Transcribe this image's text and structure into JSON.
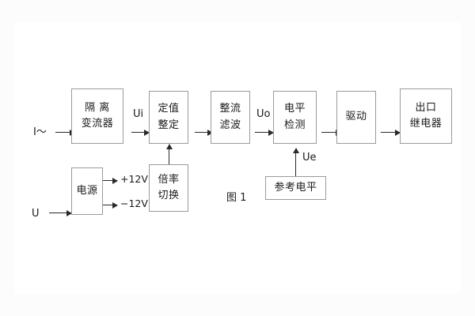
{
  "figure": {
    "caption": "图 1",
    "background": "#ffffff",
    "line_color": "#9a9a9a",
    "arrow_color": "#2a2a2a",
    "text_color": "#1a1a1a"
  },
  "inputs": [
    {
      "id": "current-input",
      "label": "I～"
    },
    {
      "id": "voltage-input",
      "label": "U"
    }
  ],
  "signals": [
    {
      "id": "ui",
      "label": "Ui"
    },
    {
      "id": "uo",
      "label": "Uo"
    },
    {
      "id": "ue",
      "label": "Ue"
    }
  ],
  "rails": [
    {
      "id": "positive-rail",
      "label": "+12V"
    },
    {
      "id": "negative-rail",
      "label": "−12V"
    }
  ],
  "blocks": {
    "isolation_ct": {
      "line1": "隔 离",
      "line2": "变流器"
    },
    "setting": {
      "line1": "定值",
      "line2": "整定"
    },
    "rectify_filter": {
      "line1": "整流",
      "line2": "滤波"
    },
    "level_detect": {
      "line1": "电平",
      "line2": "检测"
    },
    "drive": {
      "line1": "驱动",
      "line2": ""
    },
    "output_relay": {
      "line1": "出口",
      "line2": "继电器"
    },
    "power_supply": {
      "line1": "电源",
      "line2": ""
    },
    "multiplier_switch": {
      "line1": "倍率",
      "line2": "切换"
    },
    "reference_level": {
      "line1": "参考电平",
      "line2": ""
    }
  }
}
